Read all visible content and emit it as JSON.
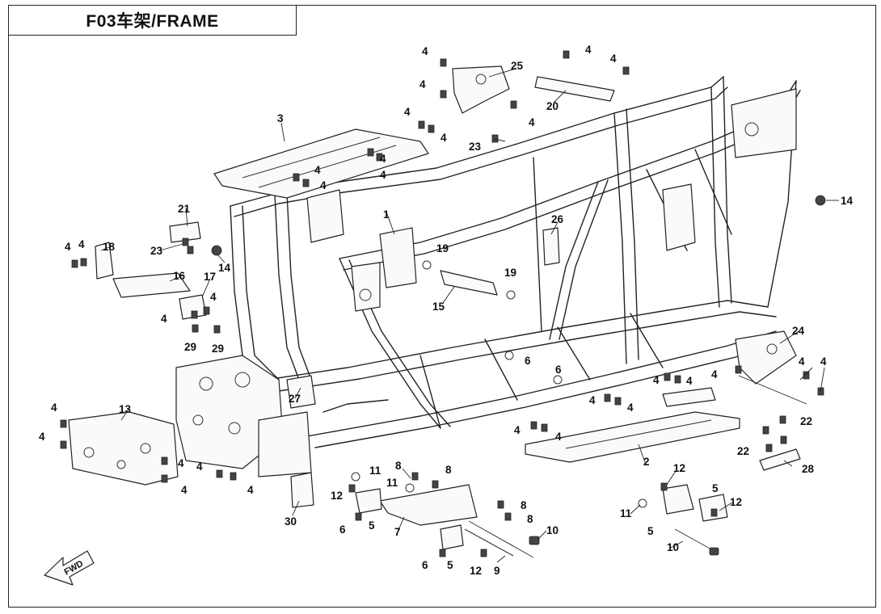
{
  "title": "F03车架/FRAME",
  "fwd_label": "FWD",
  "callouts": [
    {
      "id": "c-1",
      "text": "1"
    },
    {
      "id": "c-2",
      "text": "2"
    },
    {
      "id": "c-3",
      "text": "3"
    },
    {
      "id": "c-4",
      "text": "4"
    },
    {
      "id": "c-5",
      "text": "5"
    },
    {
      "id": "c-6",
      "text": "6"
    },
    {
      "id": "c-7",
      "text": "7"
    },
    {
      "id": "c-8",
      "text": "8"
    },
    {
      "id": "c-9",
      "text": "9"
    },
    {
      "id": "c-10",
      "text": "10"
    },
    {
      "id": "c-11",
      "text": "11"
    },
    {
      "id": "c-12",
      "text": "12"
    },
    {
      "id": "c-13",
      "text": "13"
    },
    {
      "id": "c-14",
      "text": "14"
    },
    {
      "id": "c-15",
      "text": "15"
    },
    {
      "id": "c-16",
      "text": "16"
    },
    {
      "id": "c-17",
      "text": "17"
    },
    {
      "id": "c-18",
      "text": "18"
    },
    {
      "id": "c-19",
      "text": "19"
    },
    {
      "id": "c-20",
      "text": "20"
    },
    {
      "id": "c-21",
      "text": "21"
    },
    {
      "id": "c-22",
      "text": "22"
    },
    {
      "id": "c-23",
      "text": "23"
    },
    {
      "id": "c-24",
      "text": "24"
    },
    {
      "id": "c-25",
      "text": "25"
    },
    {
      "id": "c-26",
      "text": "26"
    },
    {
      "id": "c-27",
      "text": "27"
    },
    {
      "id": "c-28",
      "text": "28"
    },
    {
      "id": "c-29",
      "text": "29"
    },
    {
      "id": "c-30",
      "text": "30"
    }
  ]
}
